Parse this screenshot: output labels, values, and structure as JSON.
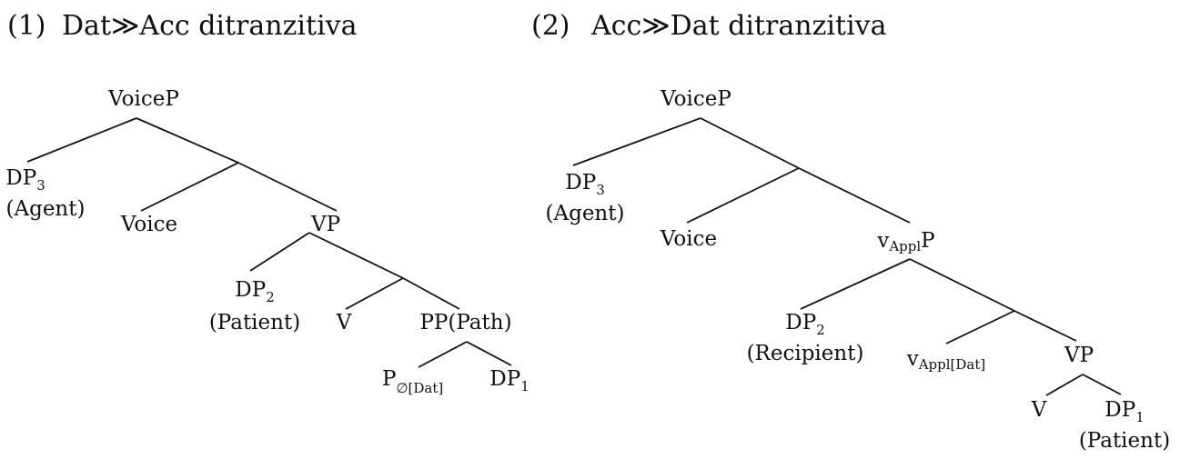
{
  "examples": [
    {
      "number": "(1)",
      "title": "Dat≫Acc ditranzitiva"
    },
    {
      "number": "(2)",
      "title": "Acc≫Dat ditranzitiva"
    }
  ],
  "tree1": {
    "voicep": "VoiceP",
    "dp3": {
      "base": "DP",
      "sub": "3"
    },
    "agent": "(Agent)",
    "voice": "Voice",
    "vp": "VP",
    "dp2": {
      "base": "DP",
      "sub": "2"
    },
    "patient": "(Patient)",
    "v": "V",
    "pp": "PP(Path)",
    "p": {
      "base": "P",
      "sub": "∅[Dat]"
    },
    "dp1": {
      "base": "DP",
      "sub": "1"
    }
  },
  "tree2": {
    "voicep": "VoiceP",
    "dp3": {
      "base": "DP",
      "sub": "3"
    },
    "agent": "(Agent)",
    "voice": "Voice",
    "vapplp": {
      "base": "v",
      "sub": "Appl",
      "tail": "P"
    },
    "dp2": {
      "base": "DP",
      "sub": "2"
    },
    "recipient": "(Recipient)",
    "vappldat": {
      "base": "v",
      "sub": "Appl[Dat]"
    },
    "vp": "VP",
    "v": "V",
    "dp1": {
      "base": "DP",
      "sub": "1"
    },
    "patient": "(Patient)"
  }
}
